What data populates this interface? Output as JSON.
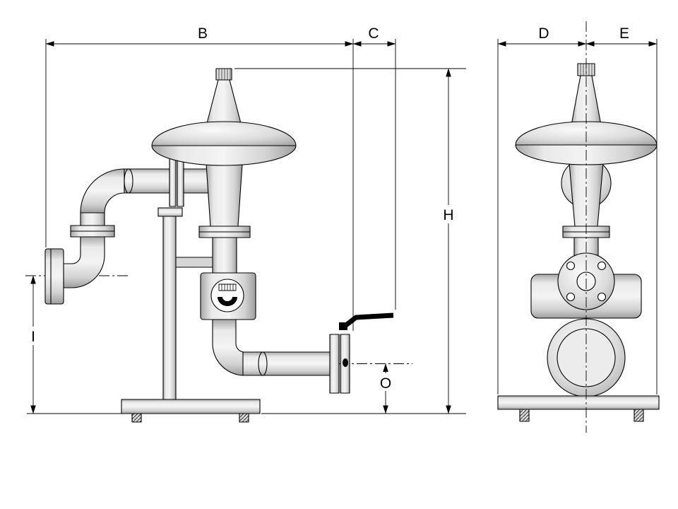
{
  "drawing": {
    "labels": {
      "B": "B",
      "C": "C",
      "D": "D",
      "E": "E",
      "H": "H",
      "I": "I",
      "O": "O"
    }
  },
  "colors": {
    "line": "#000000",
    "background": "#ffffff",
    "metal_light": "#f2f2f2",
    "metal_mid": "#d6d6d6",
    "metal_dark": "#a0a0a0",
    "handle": "#000000"
  }
}
